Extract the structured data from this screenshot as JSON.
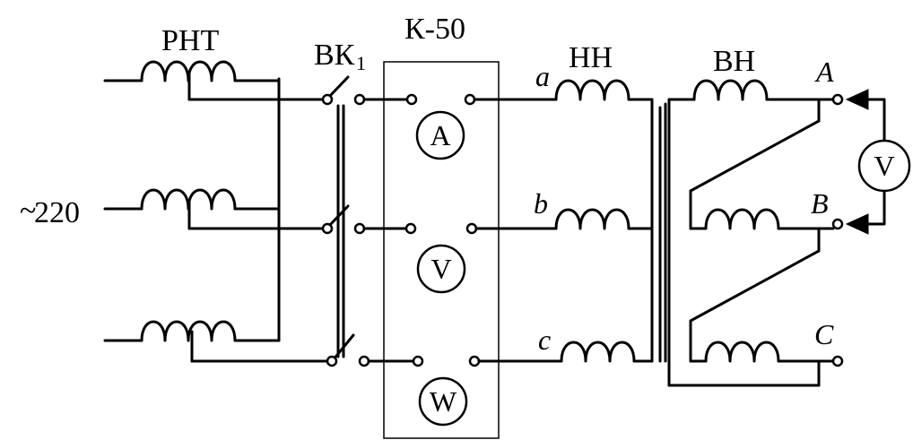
{
  "supply": {
    "tilde": "~",
    "voltage": "220"
  },
  "labels": {
    "pht": "РНТ",
    "vk": "ВК",
    "vk_sub": "1",
    "k50": "К-50",
    "hh": "НН",
    "bh": "ВН"
  },
  "meters": {
    "ammeter": "A",
    "voltmeter": "V",
    "wattmeter": "W",
    "ext_voltmeter": "V"
  },
  "phases_lv": [
    "a",
    "b",
    "c"
  ],
  "phases_hv": [
    "A",
    "B",
    "C"
  ]
}
